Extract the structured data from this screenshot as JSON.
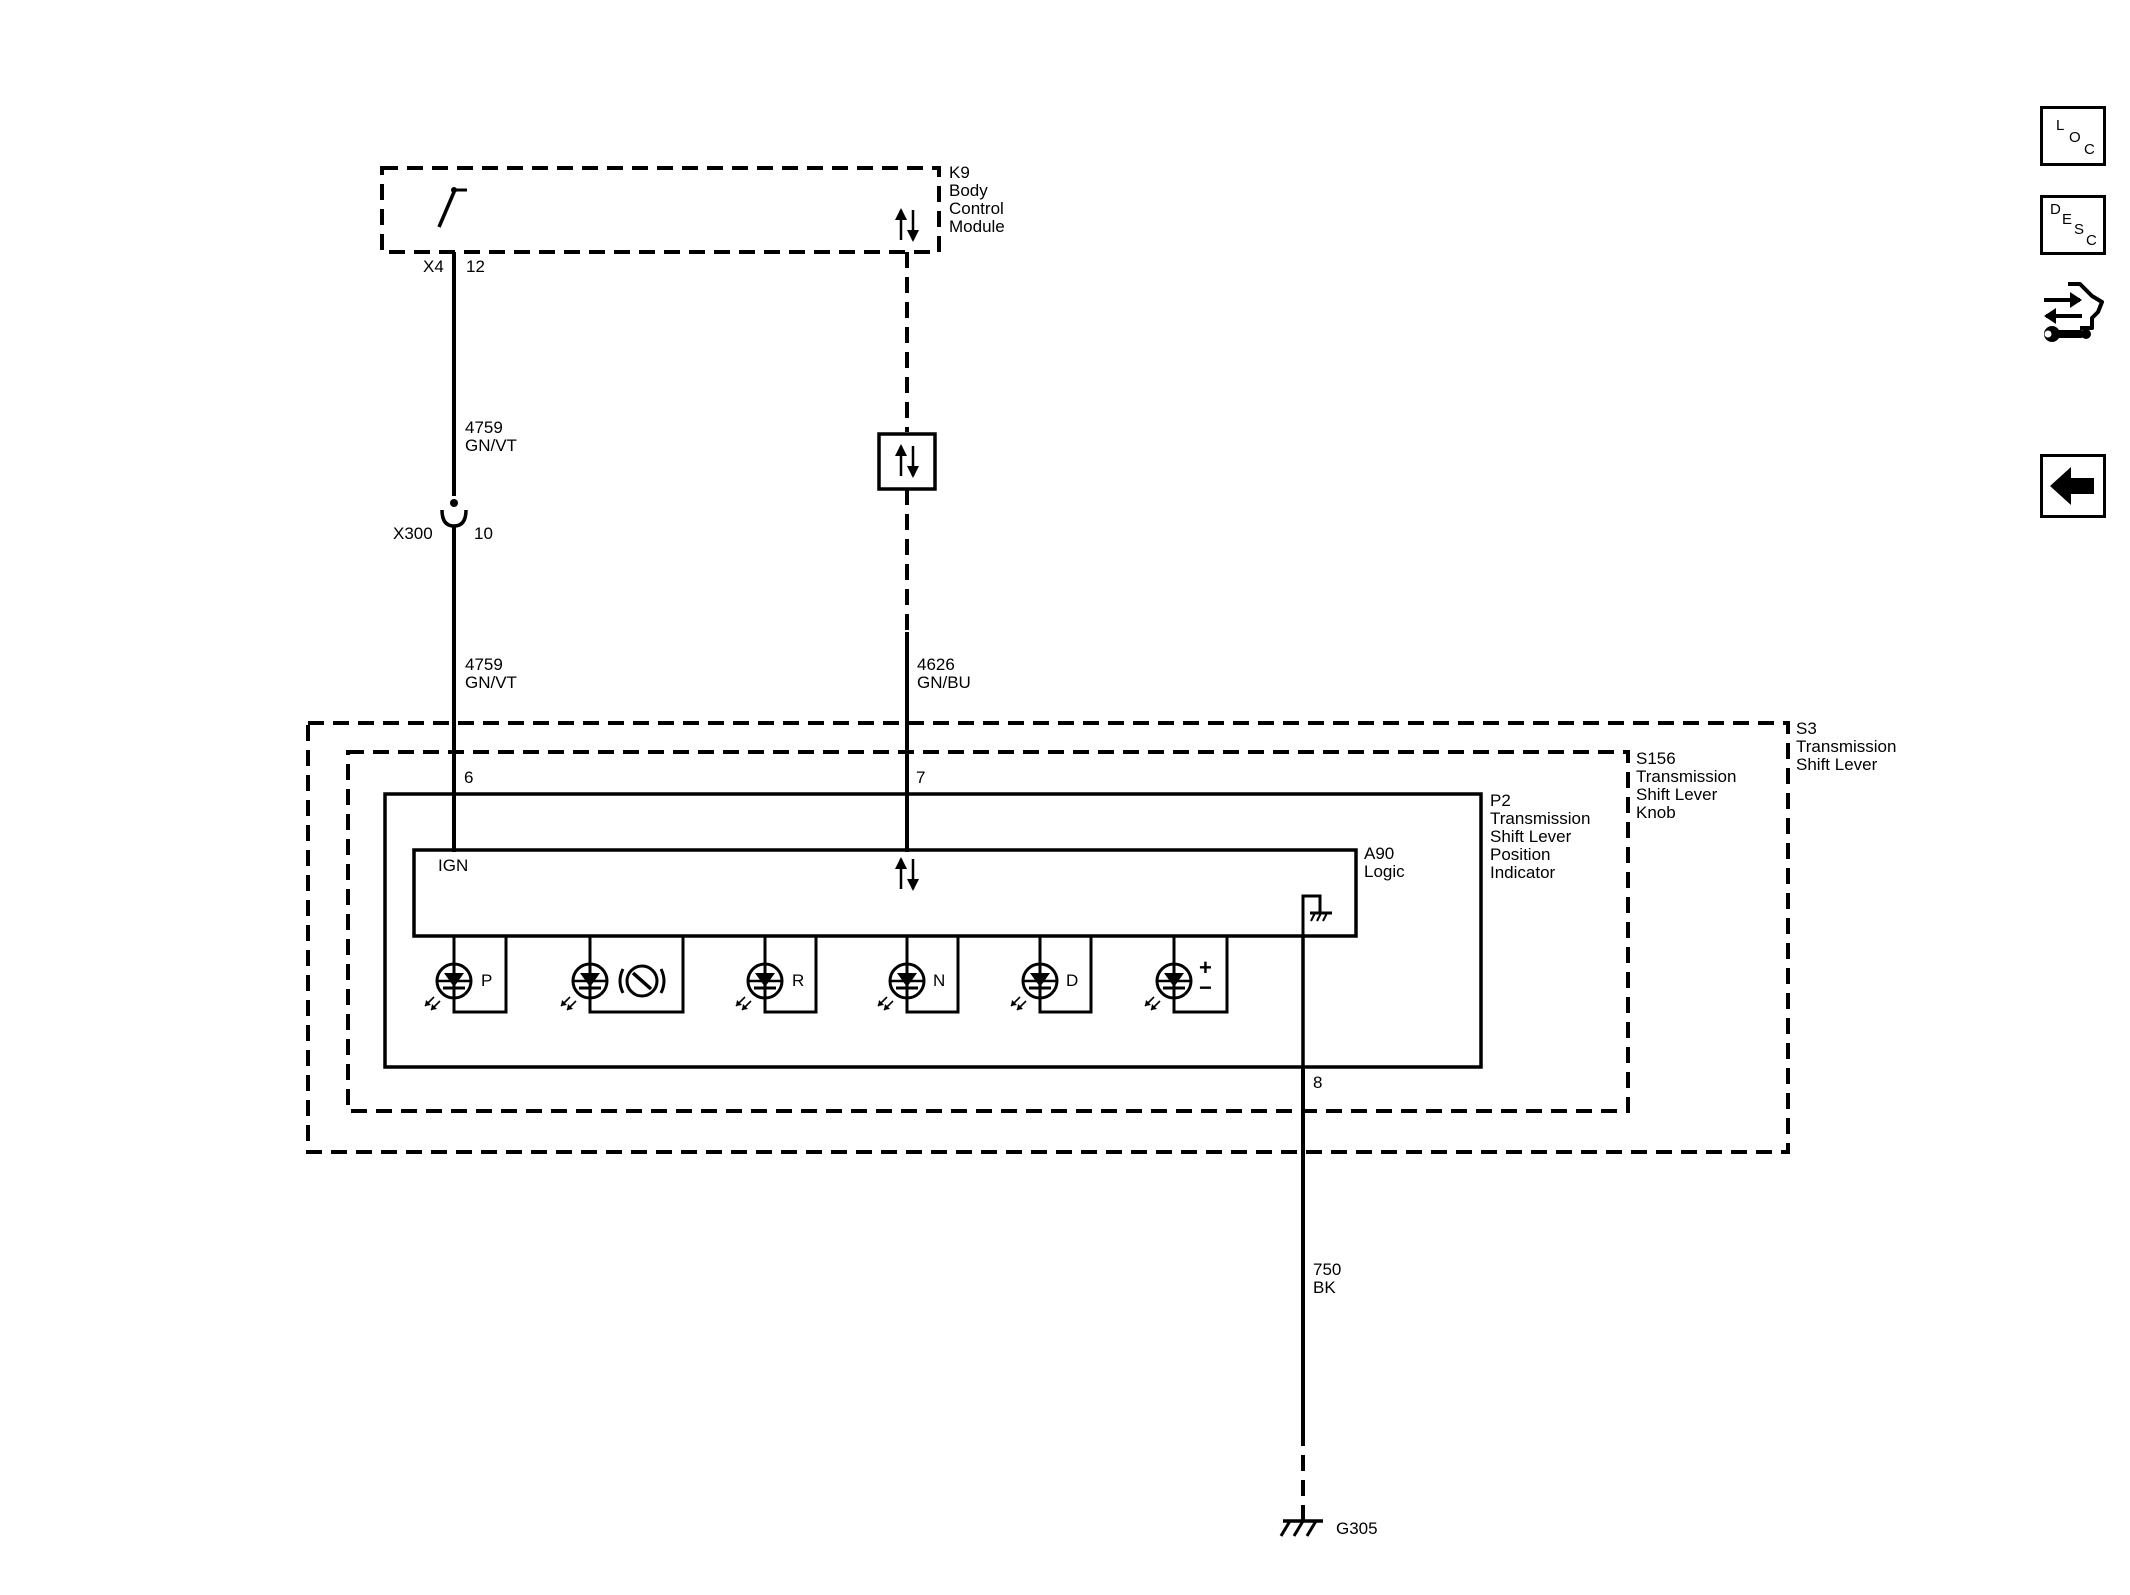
{
  "side_buttons": {
    "loc": {
      "l1": "L",
      "l2": "O",
      "l3": "C"
    },
    "desc": {
      "l1": "D",
      "l2": "E",
      "l3": "S",
      "l4": "C"
    }
  },
  "icons": [
    "loc-button",
    "desc-button",
    "repair-info-icon",
    "back-arrow-icon",
    "ground-symbol",
    "bidirectional-arrows-icon",
    "led-symbol",
    "switch-contact",
    "inline-connector"
  ],
  "diagram": {
    "k9": {
      "ref": "K9",
      "l1": "Body",
      "l2": "Control",
      "l3": "Module",
      "conn": "X4",
      "pin": "12"
    },
    "wire_a_top": {
      "circuit": "4759",
      "color": "GN/VT"
    },
    "x300": {
      "conn": "X300",
      "pin": "10"
    },
    "wire_a_bottom": {
      "circuit": "4759",
      "color": "GN/VT"
    },
    "wire_b": {
      "circuit": "4626",
      "color": "GN/BU"
    },
    "s3": {
      "ref": "S3",
      "l1": "Transmission",
      "l2": "Shift Lever"
    },
    "s156": {
      "ref": "S156",
      "l1": "Transmission",
      "l2": "Shift Lever",
      "l3": "Knob"
    },
    "p2": {
      "ref": "P2",
      "l1": "Transmission",
      "l2": "Shift Lever",
      "l3": "Position",
      "l4": "Indicator"
    },
    "a90": {
      "ref": "A90",
      "l1": "Logic"
    },
    "pin6": "6",
    "pin7": "7",
    "pin8": "8",
    "ign": "IGN",
    "leds": {
      "p": "P",
      "r": "R",
      "n": "N",
      "d": "D",
      "plus": "+",
      "minus": "−"
    },
    "wire_gnd": {
      "circuit": "750",
      "color": "BK"
    },
    "ground": "G305"
  }
}
